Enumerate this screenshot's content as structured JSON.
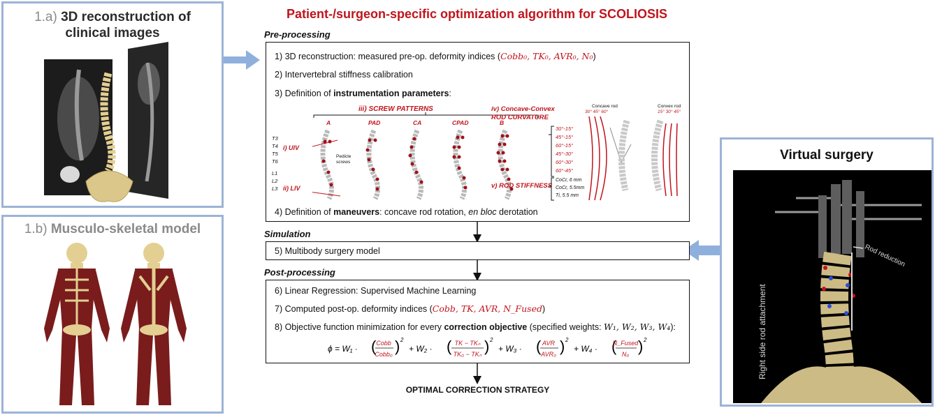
{
  "title": "Patient-/surgeon-specific optimization algorithm for SCOLIOSIS",
  "panel_1a": {
    "prefix": "1.a)",
    "title_bold": "3D reconstruction of",
    "title_line2": "clinical images"
  },
  "panel_1b": {
    "prefix": "1.b)",
    "title_bold": "Musculo-skeletal model"
  },
  "virtual_surgery": {
    "title": "Virtual surgery",
    "annotation_rod": "Rod reduction",
    "annotation_side": "Right side rod attachment"
  },
  "sections": {
    "pre": "Pre-processing",
    "sim": "Simulation",
    "post": "Post-processing"
  },
  "pre_steps": {
    "s1_text": "1) 3D reconstruction: measured pre-op. deformity indices (",
    "s1_vars": "Cobb₀, TK₀, AVR₀, N₀",
    "s1_end": ")",
    "s2": "2) Intervertebral stiffness calibration",
    "s3_text": "3) Definition of ",
    "s3_bold": "instrumentation parameters",
    "s3_end": ":",
    "s4_text": "4) Definition of ",
    "s4_bold": "maneuvers",
    "s4_mid": ": concave rod rotation, ",
    "s4_italic": "en bloc",
    "s4_end": " derotation"
  },
  "instrumentation": {
    "screw_label": "iii) SCREW PATTERNS",
    "patterns": [
      "A",
      "PAD",
      "CA",
      "CPAD",
      "B"
    ],
    "uiv_label": "i) UIV",
    "liv_label": "ii) LIV",
    "upper_levels": [
      "T3",
      "T4",
      "T5",
      "T6"
    ],
    "lower_levels": [
      "L1",
      "L2",
      "L3"
    ],
    "pedicle_label_1": "Pedicle",
    "pedicle_label_2": "screws",
    "curv_label_1": "iv) Concave-Convex",
    "curv_label_2": "ROD CURVATURE",
    "curv_values": [
      "30°-15°",
      "45°-15°",
      "60°-15°",
      "45°-30°",
      "60°-30°",
      "60°-45°"
    ],
    "stiff_label": "v) ROD STIFFNESS",
    "stiff_values": [
      "CoCr, 6 mm",
      "CoCr, 5.5mm",
      "Ti, 5.5 mm"
    ],
    "concave_rod": "Concave rod",
    "concave_degs": "30° 45° 60°",
    "convex_rod": "Convex rod",
    "convex_degs": "15° 30° 45°"
  },
  "sim_steps": {
    "s5": "5) Multibody surgery model"
  },
  "post_steps": {
    "s6": "6) Linear Regression: Supervised Machine Learning",
    "s7_text": "7) Computed post-op. deformity indices (",
    "s7_vars": "Cobb, TK, AVR, N_Fused",
    "s7_end": ")",
    "s8_text": "8) Objective function minimization for every ",
    "s8_bold": "correction objective",
    "s8_mid": " (specified weights: ",
    "s8_vars": "W₁, W₂, W₃, W₄",
    "s8_end": "):"
  },
  "formula": {
    "lhs": "ϕ = W₁ ·",
    "t1_num": "Cobb",
    "t1_den": "Cobb₀",
    "plus2": "+ W₂ ·",
    "t2_num": "TK − TKₙ",
    "t2_den": "TK₀ − TKₙ",
    "plus3": "+ W₃ ·",
    "t3_num": "AVR",
    "t3_den": "AVR₀",
    "plus4": "+ W₄ ·",
    "t4_num": "N_Fused",
    "t4_den": "N₀",
    "exp": "2"
  },
  "final": "OPTIMAL CORRECTION STRATEGY",
  "colors": {
    "accent_red": "#c0141c",
    "panel_border": "#9cb3d6",
    "arrow_blue": "#8fb0dc",
    "muscle": "#7a1c1c",
    "bone": "#e3cf92"
  }
}
